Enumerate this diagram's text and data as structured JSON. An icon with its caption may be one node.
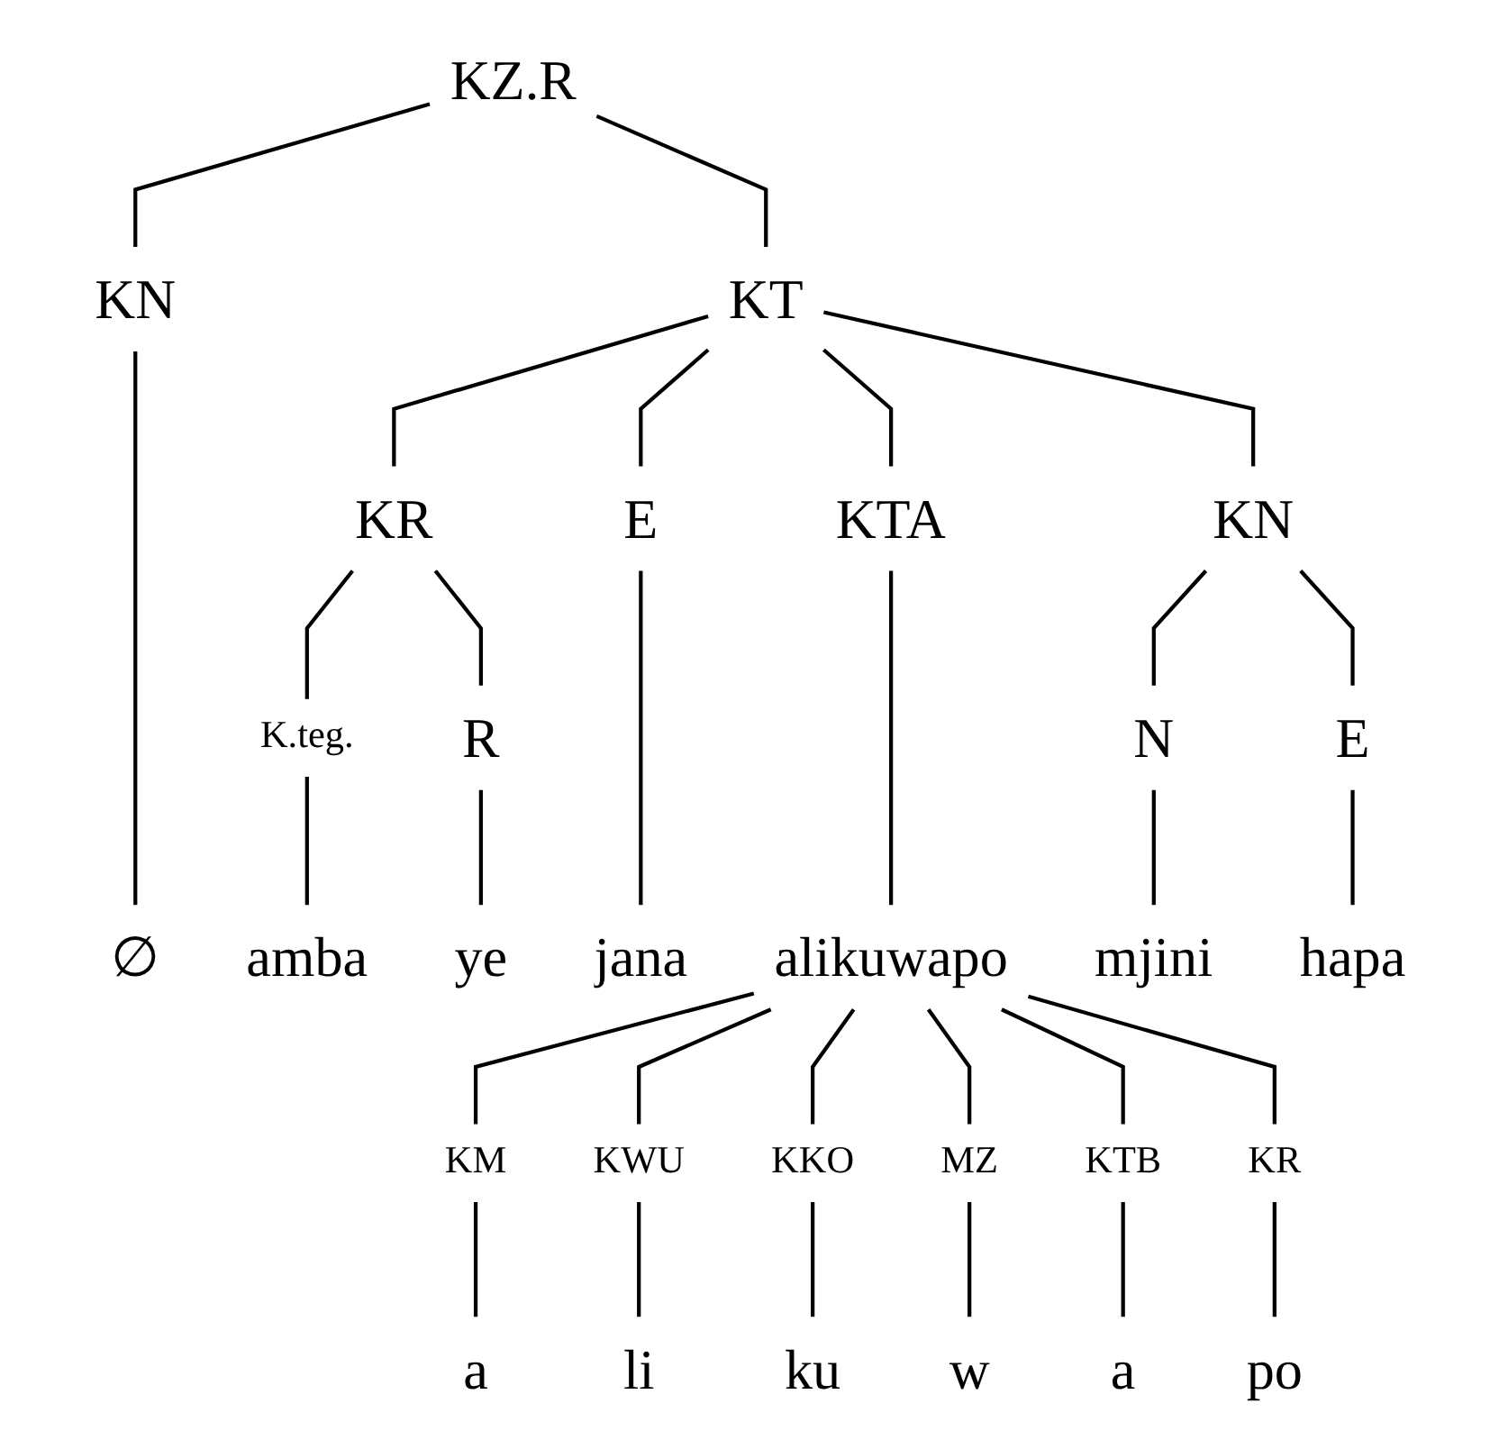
{
  "diagram": {
    "nodes": [
      {
        "text": [
          "KZ.R"
        ]
      },
      {
        "text": [
          "KN"
        ]
      },
      {
        "text": [
          "KT"
        ]
      },
      {
        "text": [
          "KR"
        ]
      },
      {
        "text": [
          "E"
        ]
      },
      {
        "text": [
          "KTA"
        ]
      },
      {
        "text": [
          "KN"
        ]
      },
      {
        "text": [
          "K.teg."
        ]
      },
      {
        "text": [
          "R"
        ]
      },
      {
        "text": [
          "N"
        ]
      },
      {
        "text": [
          "E"
        ]
      },
      {
        "text": [
          "∅"
        ]
      },
      {
        "text": [
          "amba"
        ]
      },
      {
        "text": [
          "ye"
        ]
      },
      {
        "text": [
          "jana"
        ]
      },
      {
        "text": [
          "alikuwapo"
        ]
      },
      {
        "text": [
          "mjini"
        ]
      },
      {
        "text": [
          "hapa"
        ]
      },
      {
        "text": [
          "KM"
        ]
      },
      {
        "text": [
          "KWU"
        ]
      },
      {
        "text": [
          "KKO"
        ]
      },
      {
        "text": [
          "MZ"
        ]
      },
      {
        "text": [
          "KTB"
        ]
      },
      {
        "text": [
          "KR"
        ]
      },
      {
        "text": [
          "a"
        ]
      },
      {
        "text": [
          "li"
        ]
      },
      {
        "text": [
          "ku"
        ]
      },
      {
        "text": [
          "w"
        ]
      },
      {
        "text": [
          "a"
        ]
      },
      {
        "text": [
          "po"
        ]
      }
    ],
    "edges": [
      {
        "from": 0,
        "to": 1,
        "arrow": "none"
      },
      {
        "from": 0,
        "to": 2,
        "arrow": "none"
      },
      {
        "from": 2,
        "to": 3,
        "arrow": "none"
      },
      {
        "from": 2,
        "to": 4,
        "arrow": "none"
      },
      {
        "from": 2,
        "to": 5,
        "arrow": "none"
      },
      {
        "from": 2,
        "to": 6,
        "arrow": "none"
      },
      {
        "from": 1,
        "to": 11,
        "arrow": "none"
      },
      {
        "from": 3,
        "to": 7,
        "arrow": "none"
      },
      {
        "from": 3,
        "to": 8,
        "arrow": "none"
      },
      {
        "from": 7,
        "to": 12,
        "arrow": "none"
      },
      {
        "from": 8,
        "to": 13,
        "arrow": "none"
      },
      {
        "from": 4,
        "to": 14,
        "arrow": "none"
      },
      {
        "from": 5,
        "to": 15,
        "arrow": "none"
      },
      {
        "from": 6,
        "to": 9,
        "arrow": "none"
      },
      {
        "from": 6,
        "to": 10,
        "arrow": "none"
      },
      {
        "from": 9,
        "to": 16,
        "arrow": "none"
      },
      {
        "from": 10,
        "to": 17,
        "arrow": "none"
      },
      {
        "from": 15,
        "to": 18,
        "arrow": "none"
      },
      {
        "from": 15,
        "to": 19,
        "arrow": "none"
      },
      {
        "from": 15,
        "to": 20,
        "arrow": "none"
      },
      {
        "from": 15,
        "to": 21,
        "arrow": "none"
      },
      {
        "from": 15,
        "to": 22,
        "arrow": "none"
      },
      {
        "from": 15,
        "to": 23,
        "arrow": "none"
      },
      {
        "from": 18,
        "to": 24,
        "arrow": "none"
      },
      {
        "from": 19,
        "to": 25,
        "arrow": "none"
      },
      {
        "from": 20,
        "to": 26,
        "arrow": "none"
      },
      {
        "from": 21,
        "to": 27,
        "arrow": "none"
      },
      {
        "from": 22,
        "to": 28,
        "arrow": "none"
      },
      {
        "from": 23,
        "to": 29,
        "arrow": "none"
      }
    ]
  }
}
